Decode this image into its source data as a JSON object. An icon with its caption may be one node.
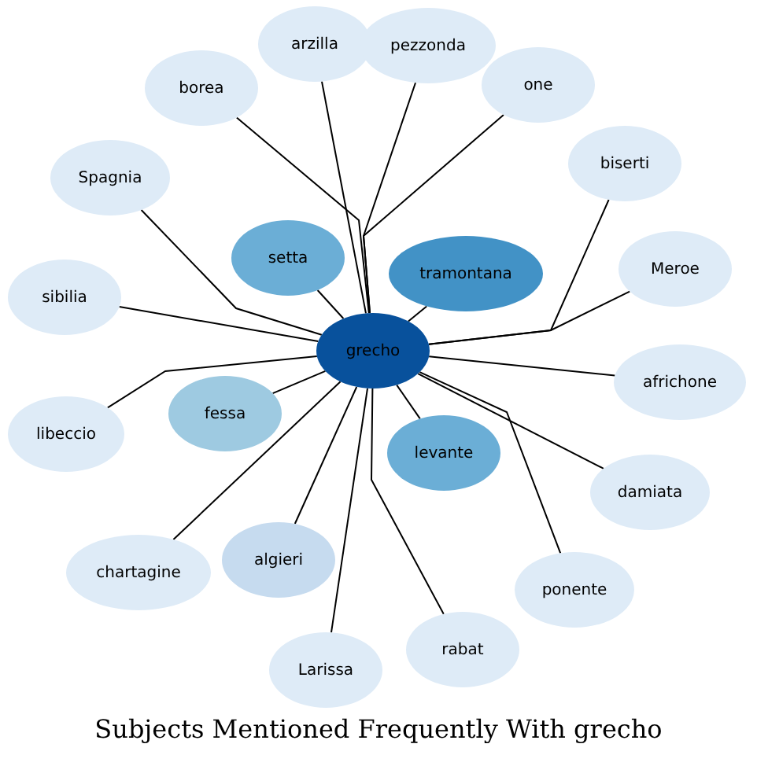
{
  "diagram": {
    "title": "Subjects Mentioned Frequently With grecho",
    "nodes": [
      {
        "text": [
          "arzilla"
        ]
      },
      {
        "text": [
          "pezzonda"
        ]
      },
      {
        "text": [
          "borea"
        ]
      },
      {
        "text": [
          "one"
        ]
      },
      {
        "text": [
          "biserti"
        ]
      },
      {
        "text": [
          "Spagnia"
        ]
      },
      {
        "text": [
          "setta"
        ]
      },
      {
        "text": [
          "tramontana"
        ]
      },
      {
        "text": [
          "Meroe"
        ]
      },
      {
        "text": [
          "sibilia"
        ]
      },
      {
        "text": [
          "grecho"
        ]
      },
      {
        "text": [
          "africhone"
        ]
      },
      {
        "text": [
          "fessa"
        ]
      },
      {
        "text": [
          "libeccio"
        ]
      },
      {
        "text": [
          "levante"
        ]
      },
      {
        "text": [
          "damiata"
        ]
      },
      {
        "text": [
          "algieri"
        ]
      },
      {
        "text": [
          "chartagine"
        ]
      },
      {
        "text": [
          "ponente"
        ]
      },
      {
        "text": [
          "rabat"
        ]
      },
      {
        "text": [
          "Larissa"
        ]
      }
    ],
    "edges": [
      {
        "from": 10,
        "to": 0,
        "arrow": "none"
      },
      {
        "from": 10,
        "to": 1,
        "arrow": "none"
      },
      {
        "from": 10,
        "to": 2,
        "arrow": "none"
      },
      {
        "from": 10,
        "to": 3,
        "arrow": "none"
      },
      {
        "from": 10,
        "to": 4,
        "arrow": "none"
      },
      {
        "from": 10,
        "to": 5,
        "arrow": "none"
      },
      {
        "from": 10,
        "to": 6,
        "arrow": "none"
      },
      {
        "from": 10,
        "to": 7,
        "arrow": "none"
      },
      {
        "from": 10,
        "to": 8,
        "arrow": "none"
      },
      {
        "from": 10,
        "to": 9,
        "arrow": "none"
      },
      {
        "from": 10,
        "to": 11,
        "arrow": "none"
      },
      {
        "from": 10,
        "to": 12,
        "arrow": "none"
      },
      {
        "from": 10,
        "to": 13,
        "arrow": "none"
      },
      {
        "from": 10,
        "to": 14,
        "arrow": "none"
      },
      {
        "from": 10,
        "to": 15,
        "arrow": "none"
      },
      {
        "from": 10,
        "to": 16,
        "arrow": "none"
      },
      {
        "from": 10,
        "to": 17,
        "arrow": "none"
      },
      {
        "from": 10,
        "to": 18,
        "arrow": "none"
      },
      {
        "from": 10,
        "to": 19,
        "arrow": "none"
      },
      {
        "from": 10,
        "to": 20,
        "arrow": "none"
      }
    ]
  }
}
